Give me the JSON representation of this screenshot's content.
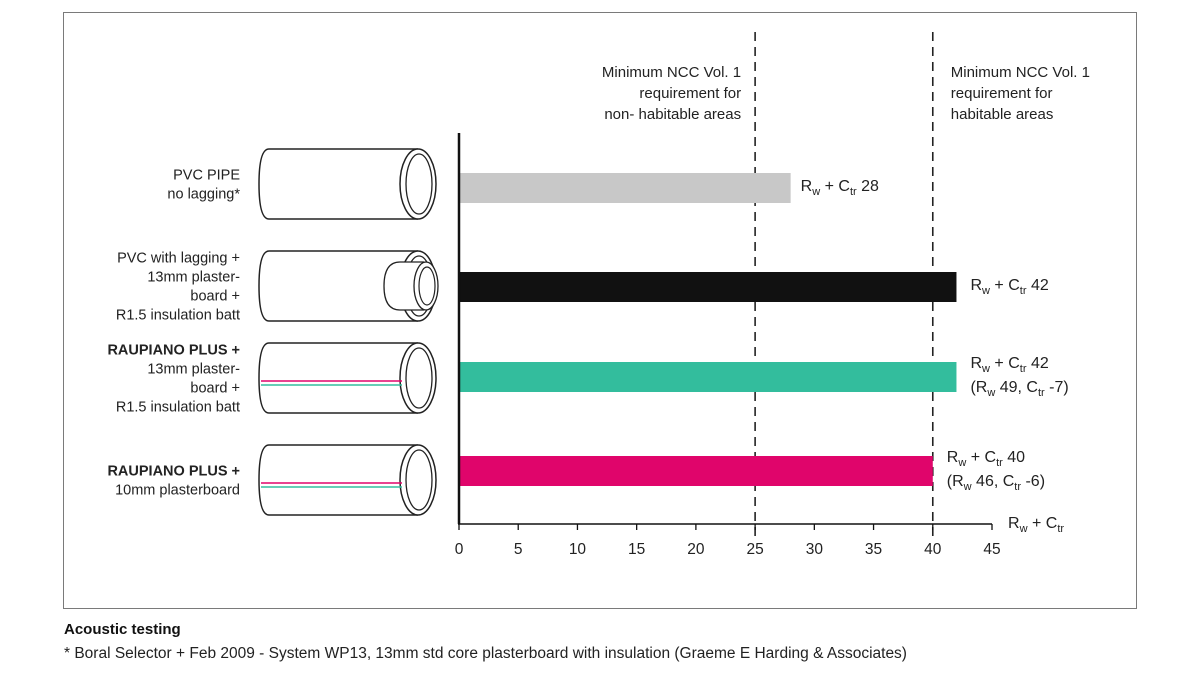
{
  "chart_data": {
    "type": "bar",
    "orientation": "horizontal",
    "x_axis": {
      "min": 0,
      "max": 45,
      "ticks": [
        "0",
        "5",
        "10",
        "15",
        "20",
        "25",
        "30",
        "35",
        "40",
        "45"
      ]
    },
    "x_unit_label": {
      "base": "R",
      "sub1": "w",
      "mid": " + C",
      "sub2": "tr"
    },
    "reference_lines": [
      {
        "value": 25,
        "style": "dashed",
        "text": [
          "Minimum NCC Vol. 1",
          "requirement for",
          "non- habitable areas"
        ]
      },
      {
        "value": 40,
        "style": "dashed",
        "text": [
          "Minimum NCC Vol. 1",
          "requirement for",
          "habitable areas"
        ]
      }
    ],
    "bars": [
      {
        "value": 28,
        "color": "#c8c8c8",
        "category_lines": [
          {
            "text": "PVC PIPE",
            "bold": false
          },
          {
            "text": "no lagging*",
            "bold": false
          }
        ],
        "pipe_style": "plain",
        "value_label": "28",
        "detail": null
      },
      {
        "value": 42,
        "color": "#111111",
        "category_lines": [
          {
            "text": "PVC with lagging +",
            "bold": false
          },
          {
            "text": "13mm plaster-",
            "bold": false
          },
          {
            "text": "board +",
            "bold": false
          },
          {
            "text": "R1.5 insulation batt",
            "bold": false
          }
        ],
        "pipe_style": "lagged",
        "value_label": "42",
        "detail": null
      },
      {
        "value": 42,
        "color": "#33bd9d",
        "category_lines": [
          {
            "text": "RAUPIANO PLUS +",
            "bold": true
          },
          {
            "text": "13mm plaster-",
            "bold": false
          },
          {
            "text": "board +",
            "bold": false
          },
          {
            "text": "R1.5 insulation batt",
            "bold": false
          }
        ],
        "pipe_style": "striped",
        "value_label": "42",
        "detail": {
          "rw": "49",
          "ctr": "-7"
        }
      },
      {
        "value": 40,
        "color": "#e0056b",
        "category_lines": [
          {
            "text": "RAUPIANO PLUS +",
            "bold": true
          },
          {
            "text": "10mm plasterboard",
            "bold": false
          }
        ],
        "pipe_style": "striped",
        "value_label": "40",
        "detail": {
          "rw": "46",
          "ctr": "-6"
        }
      }
    ]
  },
  "caption": {
    "title": "Acoustic testing",
    "note": "* Boral Selector + Feb 2009 - System WP13, 13mm std core plasterboard with insulation (Graeme E Harding & Associates)"
  },
  "colors": {
    "stripe_pink": "#e0056b",
    "stripe_teal": "#33bd9d",
    "axis": "#111111",
    "dash": "#222222"
  }
}
